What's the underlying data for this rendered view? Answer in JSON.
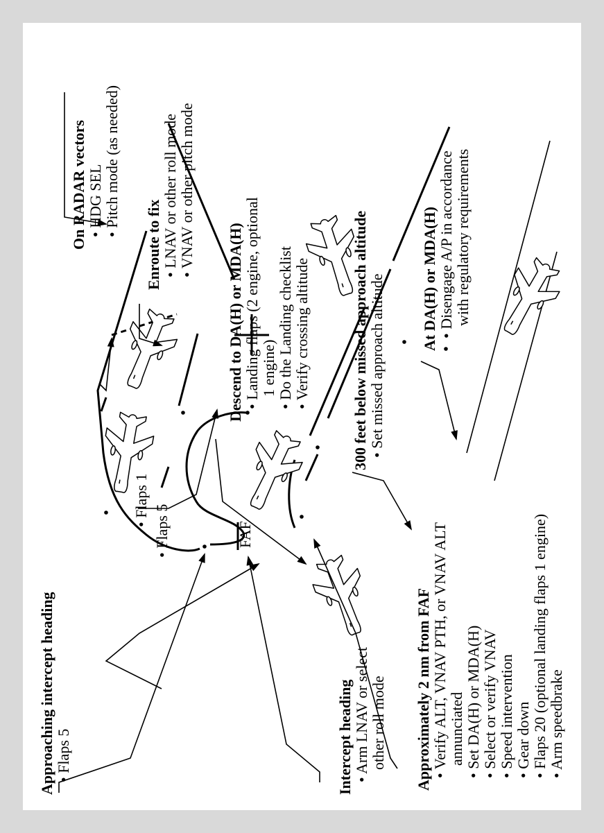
{
  "labels": {
    "approaching_intercept": {
      "title": "Approaching intercept heading",
      "items": [
        "• Flaps 5"
      ]
    },
    "intercept_heading": {
      "title": "Intercept heading",
      "items": [
        "• Arm LNAV or select",
        "other roll mode"
      ]
    },
    "approx_2nm": {
      "title": "Approximately 2 nm from FAF",
      "items": [
        "• Verify ALT, VNAV PTH, or VNAV ALT",
        "annunciated",
        "• Set DA(H) or MDA(H)",
        "• Select or verify VNAV",
        "• Speed intervention",
        "• Gear down",
        "• Flaps 20 (optional landing flaps 1 engine)",
        "• Arm speedbrake"
      ]
    },
    "flaps5": "• Flaps 5",
    "flaps1": "• Flaps 1",
    "faf": "FAF",
    "on_radar": {
      "title": "On RADAR vectors",
      "items": [
        "• HDG SEL",
        "• Pitch mode (as needed)"
      ]
    },
    "enroute_fix": {
      "title": "Enroute to fix",
      "items": [
        "• LNAV or other roll mode",
        "• VNAV or other pitch mode"
      ]
    },
    "descend": {
      "title": "Descend to DA(H) or MDA(H)",
      "items": [
        "• Landing flaps (2 engine, optional",
        "1 engine)",
        "• Do the Landing checklist",
        "• Verify crossing altitude"
      ]
    },
    "feet300": {
      "title": "300 feet below missed approach altitude",
      "items": [
        "• Set missed approach altitude"
      ]
    },
    "at_da": {
      "title": "At DA(H) or MDA(H)",
      "items": [
        "• Disengage A/P in accordance",
        "with regulatory requirements"
      ]
    }
  },
  "icons": [
    "airplane-icon"
  ],
  "colors": {
    "background": "#d9d9d9",
    "panel": "#ffffff",
    "ink": "#000000"
  }
}
